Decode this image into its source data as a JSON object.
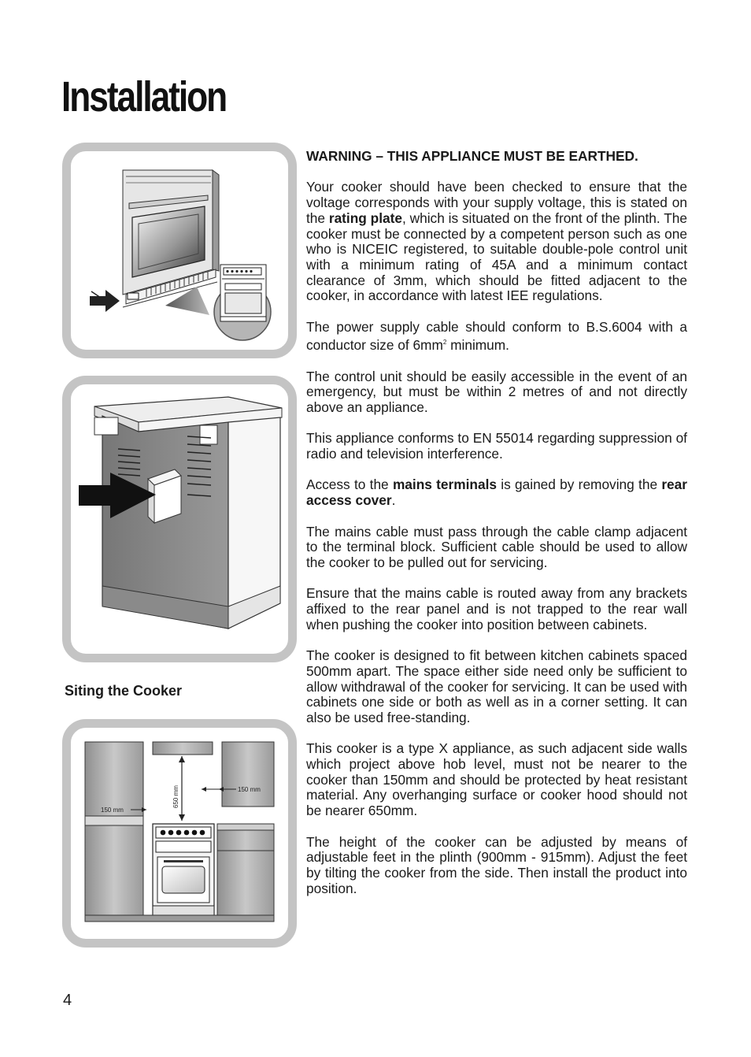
{
  "page": {
    "title": "Installation",
    "page_number": "4"
  },
  "figures": {
    "siting_heading": "Siting the Cooker",
    "dim_650": "650 mm",
    "dim_150_left": "150 mm",
    "dim_150_right": "150 mm"
  },
  "body": {
    "warning": "WARNING – THIS APPLIANCE MUST BE EARTHED.",
    "p1_a": "Your cooker should have been checked to ensure that the voltage corresponds with your supply voltage, this is stated on the ",
    "p1_bold": "rating plate",
    "p1_b": ", which is situated on the front of the plinth. The cooker must be connected by a competent person such as one who is NICEIC registered, to suitable double-pole control unit with a minimum rating of 45A and a minimum contact clearance of 3mm, which should be fitted adjacent to the cooker, in accordance with latest IEE regulations.",
    "p2_a": "The power supply cable should conform to B.S.6004 with a conductor size of 6mm",
    "p2_sup": "2",
    "p2_b": " minimum.",
    "p3": "The control unit should be easily accessible in the event of an emergency, but must be within 2 metres of and not directly above an appliance.",
    "p4": "This appliance conforms to EN 55014 regarding suppression of radio and television interference.",
    "p5_a": "Access to the ",
    "p5_bold1": "mains terminals",
    "p5_b": " is gained by removing the ",
    "p5_bold2": "rear access cover",
    "p5_c": ".",
    "p6": "The mains cable must pass through the cable clamp adjacent to the terminal block. Sufficient cable should be used to allow the cooker to be pulled out for servicing.",
    "p7": "Ensure that the mains cable is routed away from any brackets affixed to the rear panel and is not trapped to the rear wall when pushing the cooker into position between cabinets.",
    "p8": "The cooker is designed to fit between kitchen cabinets spaced 500mm apart. The space either side need only be sufficient to allow withdrawal of the cooker for servicing. It can be used with cabinets one side or both as well as in a corner setting. It can also be used free-standing.",
    "p9": "This cooker is a type X appliance, as such adjacent side walls which project above hob level, must not be nearer to the cooker than 150mm and should be protected by heat resistant material. Any overhanging surface or cooker hood should not be nearer 650mm.",
    "p10": "The height of the cooker can be adjusted by means of adjustable feet in the plinth (900mm - 915mm). Adjust the feet by tilting the cooker from the side. Then install the product into position."
  }
}
